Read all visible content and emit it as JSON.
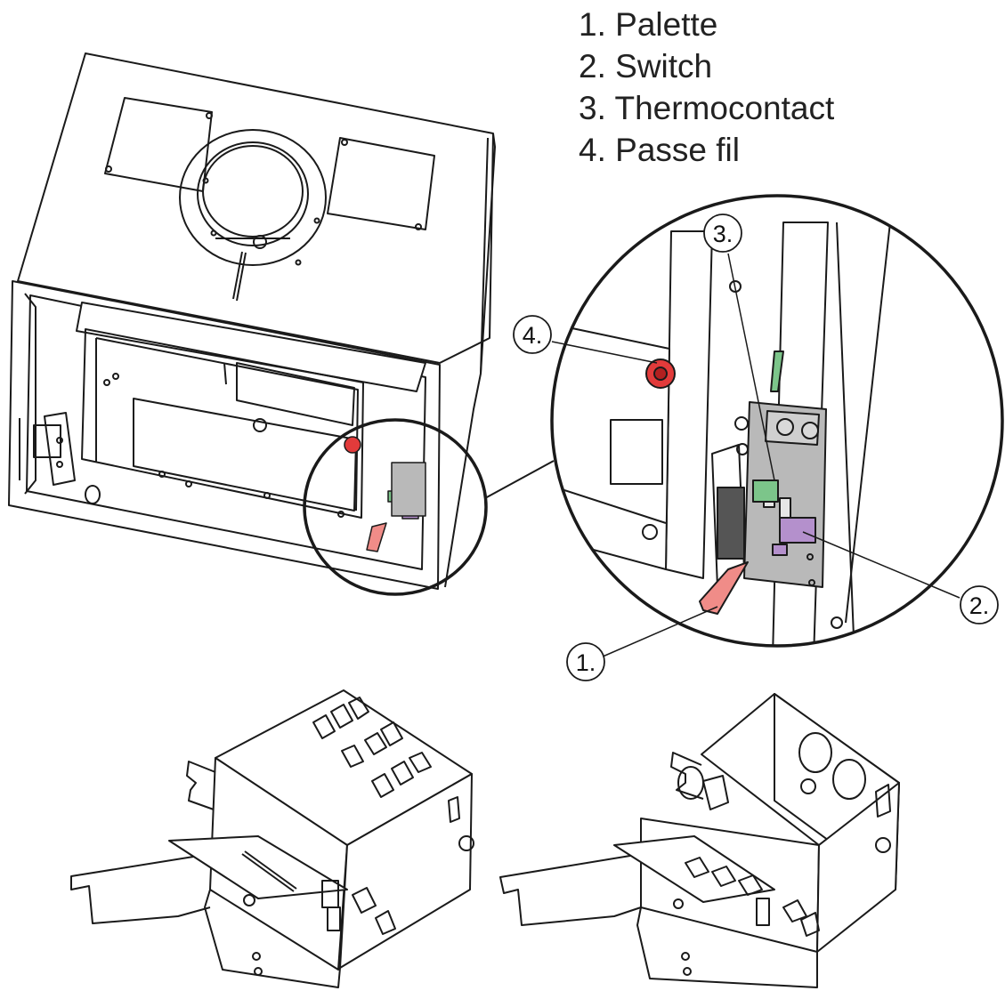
{
  "legend": {
    "items": [
      "1. Palette",
      "2. Switch",
      "3. Thermocontact",
      "4. Passe fil"
    ]
  },
  "callouts": {
    "c1": "1.",
    "c2": "2.",
    "c3": "3.",
    "c4": "4."
  },
  "colors": {
    "palette": "#F08C88",
    "switch": "#B490CC",
    "thermocontact": "#7CC58A",
    "passe_fil": "#E23B3B",
    "housing": "#B9B9B9"
  }
}
